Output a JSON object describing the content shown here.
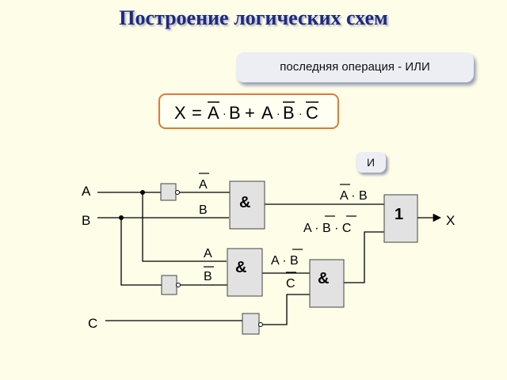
{
  "title": "Построение логических схем",
  "callout": "последняя операция - ИЛИ",
  "gate_tip": "И",
  "formula": {
    "lhs": "X",
    "eq": "=",
    "t1a": "A",
    "dot1": "·",
    "t1b": "B",
    "plus": "+",
    "t2a": "A",
    "dot2": "·",
    "t2b": "B",
    "dot3": "·",
    "t2c": "C"
  },
  "inputs": {
    "a": "A",
    "b": "B",
    "c": "C"
  },
  "output": "X",
  "gates": {
    "and1": "&",
    "and2": "&",
    "and3": "&",
    "or": "1"
  },
  "labels": {
    "g1_in_a": "A",
    "g1_in_b": "B",
    "g2_in_a": "A",
    "g2_in_b": "B",
    "g3_in_ab": "A · B",
    "g3_in_c": "C",
    "or_in1": "A · B",
    "or_in2": "A · B · C"
  }
}
